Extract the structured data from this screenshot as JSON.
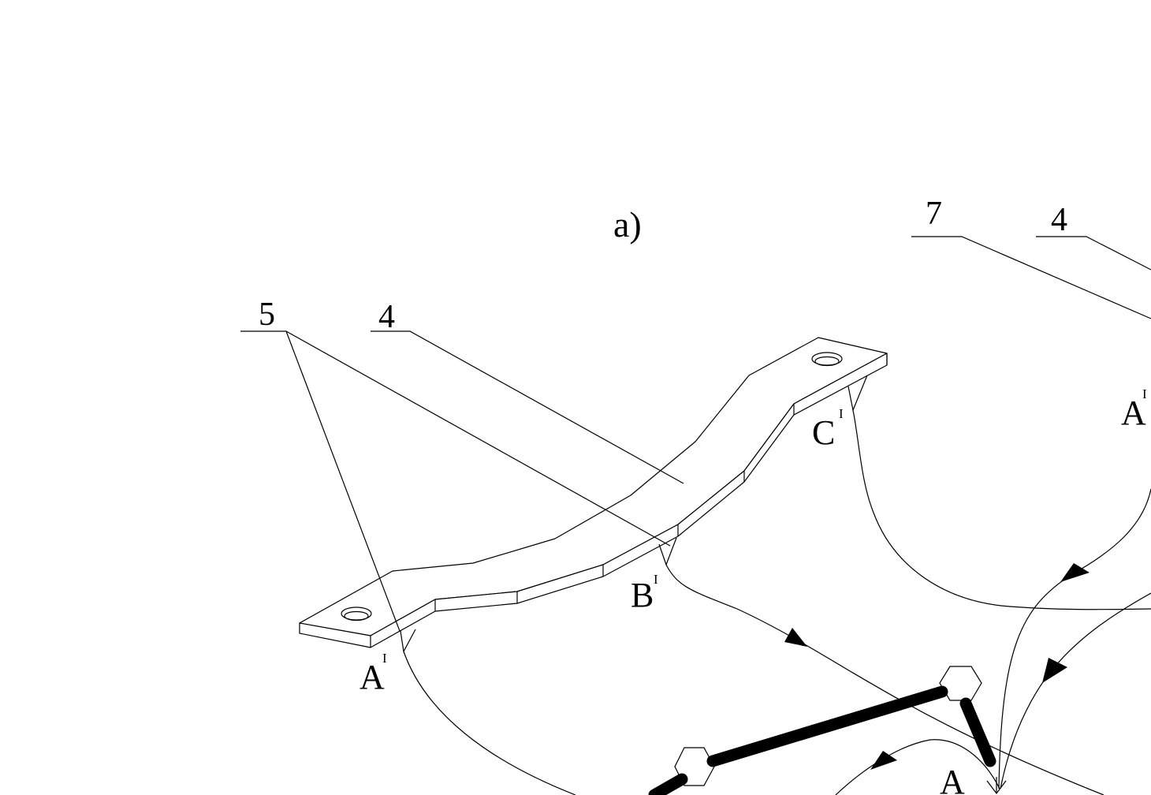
{
  "figure": {
    "panel_label": "a)",
    "callouts": {
      "left_5": "5",
      "left_4": "4",
      "right_7": "7",
      "right_4": "4"
    },
    "points": {
      "a_left": {
        "letter": "A",
        "mark": "I"
      },
      "b_left": {
        "letter": "B",
        "mark": "I"
      },
      "c_left": {
        "letter": "C",
        "mark": "I"
      },
      "a_right": {
        "letter": "A",
        "mark": "I"
      },
      "a_bottom": {
        "letter": "A"
      }
    }
  }
}
